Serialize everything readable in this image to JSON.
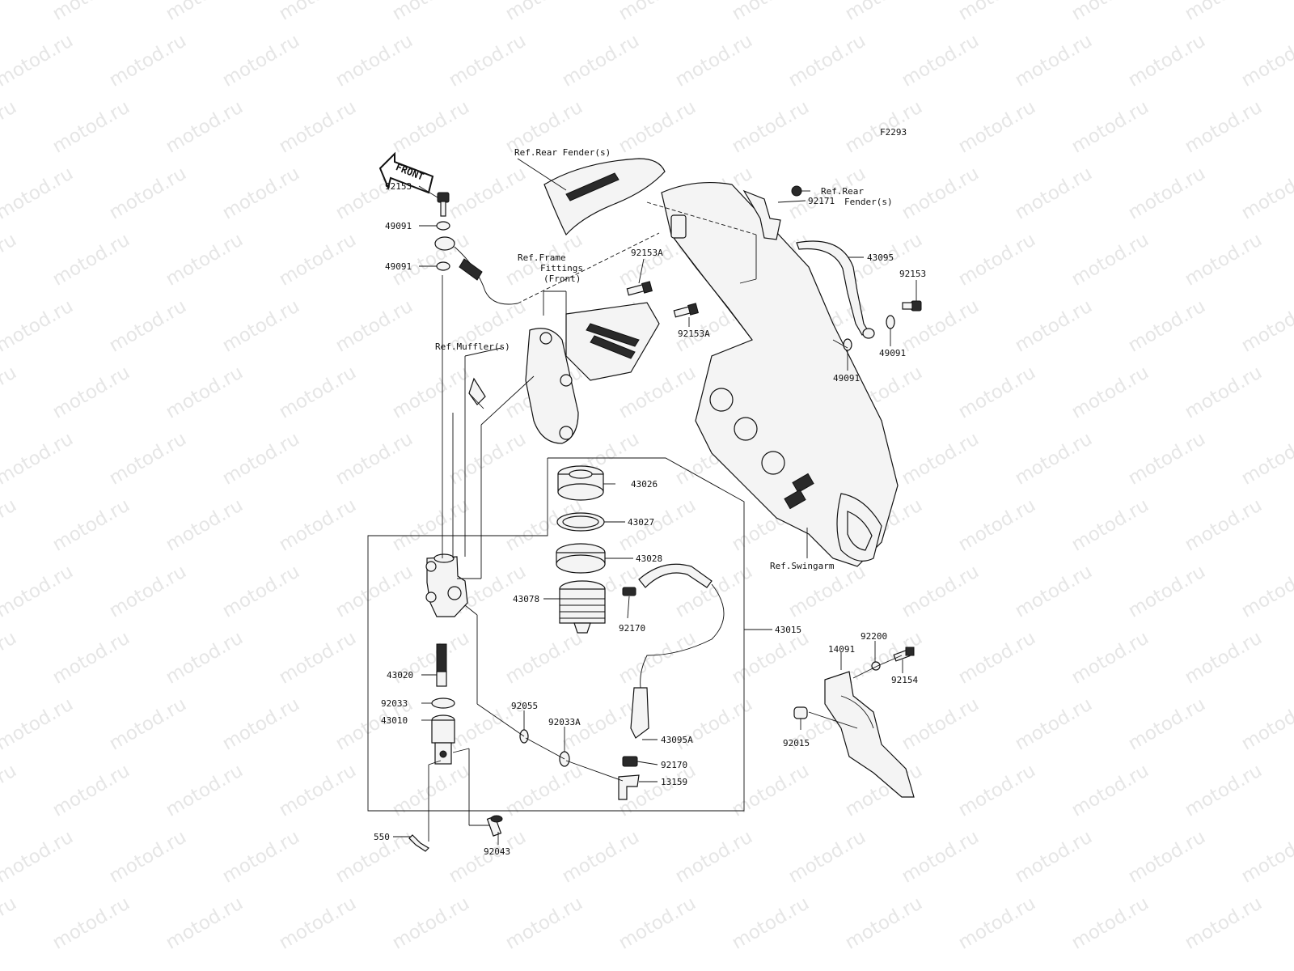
{
  "figure_code": "F2293",
  "front_arrow": "FRONT",
  "watermark": "motod.ru",
  "labels": {
    "p92153_top": "92153",
    "p49091_a": "49091",
    "p49091_b": "49091",
    "ref_rear_fender_top": "Ref.Rear Fender(s)",
    "ref_rear_fender_right_1": "Ref.Rear",
    "ref_rear_fender_right_2": "Fender(s)",
    "p92171": "92171",
    "ref_frame_1": "Ref.Frame",
    "ref_frame_2": "Fittings",
    "ref_frame_3": "(Front)",
    "p92153A_a": "92153A",
    "p92153A_b": "92153A",
    "p43095": "43095",
    "p92153_right": "92153",
    "p49091_c": "49091",
    "p49091_d": "49091",
    "ref_muffler": "Ref.Muffler(s)",
    "p43026": "43026",
    "p43027": "43027",
    "p43028": "43028",
    "p43078": "43078",
    "p92170_a": "92170",
    "p43015": "43015",
    "ref_swingarm": "Ref.Swingarm",
    "p43020": "43020",
    "p92033": "92033",
    "p43010": "43010",
    "p92055": "92055",
    "p92033A": "92033A",
    "p43095A": "43095A",
    "p92170_b": "92170",
    "p13159": "13159",
    "p550": "550",
    "p92043": "92043",
    "p14091": "14091",
    "p92200": "92200",
    "p92154": "92154",
    "p92015": "92015"
  }
}
